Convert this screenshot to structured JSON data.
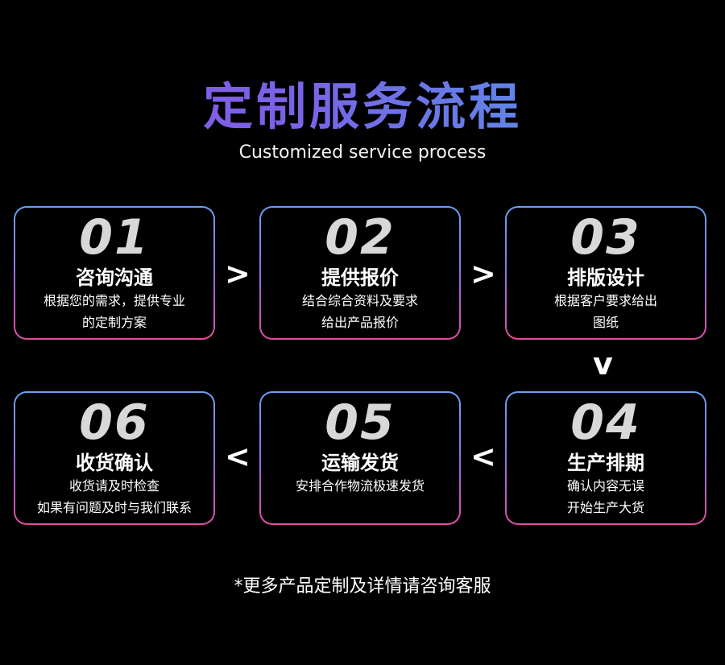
{
  "title": "定制服务流程",
  "subtitle": "Customized service process",
  "arrows": {
    "a1": ">",
    "a2": ">",
    "a3": "v",
    "a4": "<",
    "a5": "<"
  },
  "steps": [
    {
      "num": "01",
      "heading": "咨询沟通",
      "lines": [
        "根据您的需求，提供专业",
        "的定制方案"
      ]
    },
    {
      "num": "02",
      "heading": "提供报价",
      "lines": [
        "结合综合资料及要求",
        "给出产品报价"
      ]
    },
    {
      "num": "03",
      "heading": "排版设计",
      "lines": [
        "根据客户要求给出",
        "图纸"
      ]
    },
    {
      "num": "04",
      "heading": "生产排期",
      "lines": [
        "确认内容无误",
        "开始生产大货"
      ]
    },
    {
      "num": "05",
      "heading": "运输发货",
      "lines": [
        "安排合作物流极速发货"
      ]
    },
    {
      "num": "06",
      "heading": "收货确认",
      "lines": [
        "收货请及时检查",
        "如果有问题及时与我们联系"
      ]
    }
  ],
  "footer": "*更多产品定制及详情请咨询客服",
  "colors": {
    "title_start": "#8a55e8",
    "title_end": "#4aa3e8",
    "border_top": "#6aa0f0",
    "border_bottom": "#e04ca0"
  }
}
